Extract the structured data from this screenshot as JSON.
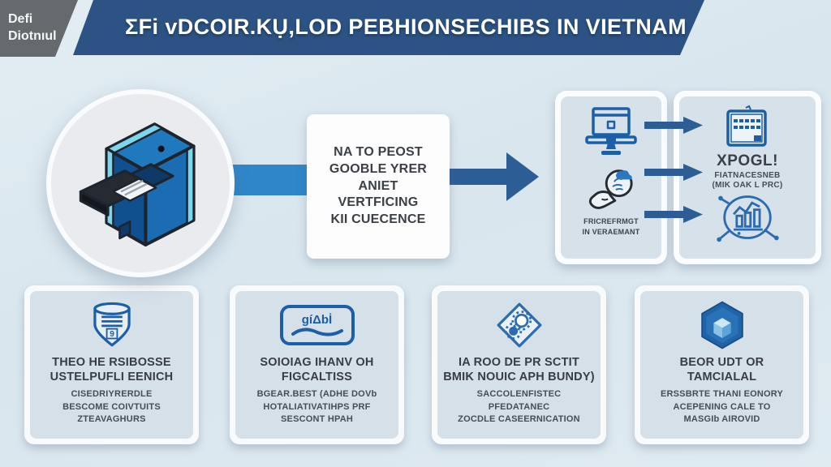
{
  "header": {
    "badge_line1": "Defi",
    "badge_line2": "Diotnıul",
    "title": "ƩFi vDCOIR.KỤ,LOD PEBHIONSECHIBS IN VIETNAM"
  },
  "flow": {
    "center_box": {
      "lines": [
        "NA TO PEOST",
        "GOOBLE YRER",
        "ANIET",
        "VERTFICING",
        "KII CUECENCE"
      ]
    },
    "panel1": {
      "caption_line1": "FRICREFRMGT",
      "caption_line2": "IN VERAEMANT"
    },
    "panel2": {
      "title": "XPOGL!",
      "subtitle": "FIATNACESNEB",
      "note": "(MIK OAK L PRC)"
    }
  },
  "cards": [
    {
      "icon": "database-shield-icon",
      "icon_digit": "9",
      "title_lines": [
        "THEO HE RSIBOSSE",
        "USTELPUFLI EENICH"
      ],
      "body_lines": [
        "CISEDRIYRERDLE",
        "BESCOME COIVTUITS",
        "ZTEAVAGHURS"
      ]
    },
    {
      "icon": "wave-badge-icon",
      "icon_glyph": "gíΔbİ",
      "title_lines": [
        "SOIOIAG IHANV OH",
        "FIGCALTISS"
      ],
      "body_lines": [
        "BGEAR.BEST (ADHE DOVb",
        "HOTALIATIVATIHPS PRF",
        "SESCONT HPAH"
      ]
    },
    {
      "icon": "diamond-gears-icon",
      "title_lines": [
        "IA ROO DE PR SCTIT",
        "BMIK NOUIC APH BUNDY)"
      ],
      "body_lines": [
        "SACCOLENFISTEC",
        "PFEDATANEC",
        "ZOCDLE CASEERNICATION"
      ]
    },
    {
      "icon": "hexagon-cube-icon",
      "title_lines": [
        "BEOR UDT OR",
        "TAMCIALAL"
      ],
      "body_lines": [
        "ERSSBRTE THANI EONORY",
        "ACEPENING CALE TO",
        "MASGIb AIROVID"
      ]
    }
  ],
  "colors": {
    "background": "#dde8ef",
    "banner_blue": "#2c5384",
    "badge_gray": "#66696d",
    "accent_band_blue": "#2f87c9",
    "arrow_dark_blue": "#2c5e95",
    "icon_stroke_blue": "#1c5fa8",
    "card_inner": "#d6e0e9",
    "text_dark": "#3b4046"
  }
}
